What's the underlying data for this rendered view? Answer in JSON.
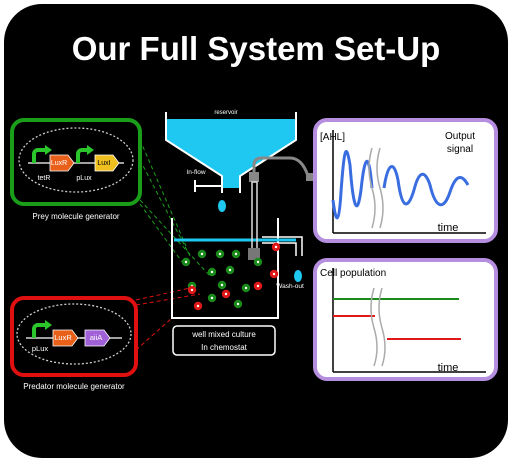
{
  "title": "Our Full System Set-Up",
  "prey": {
    "genes": [
      "tetR",
      "LuxR",
      "pLux",
      "LuxI"
    ],
    "caption": "Prey molecule generator"
  },
  "predator": {
    "genes": [
      "pLux",
      "LuxR",
      "aiiA"
    ],
    "caption": "Predator molecule generator"
  },
  "chemostat": {
    "reservoir_label": "reservoir",
    "inflow_label": "In-flow",
    "washout_label": "Wash-out",
    "culture_line1": "well mixed culture",
    "culture_line2": "In chemostat"
  },
  "output_panel": {
    "y_label": "[AHL]",
    "title_line1": "Output",
    "title_line2": "signal",
    "x_label": "time"
  },
  "population_panel": {
    "title": "Cell population",
    "x_label": "time"
  },
  "colors": {
    "background": "#000000",
    "prey_border": "#1a9e1a",
    "predator_border": "#e01010",
    "panel_border": "#b58ee0",
    "water": "#1ec8f0",
    "signal_line": "#3a6ee0",
    "green_cell": "#1a8a1a",
    "red_cell": "#e01818"
  }
}
